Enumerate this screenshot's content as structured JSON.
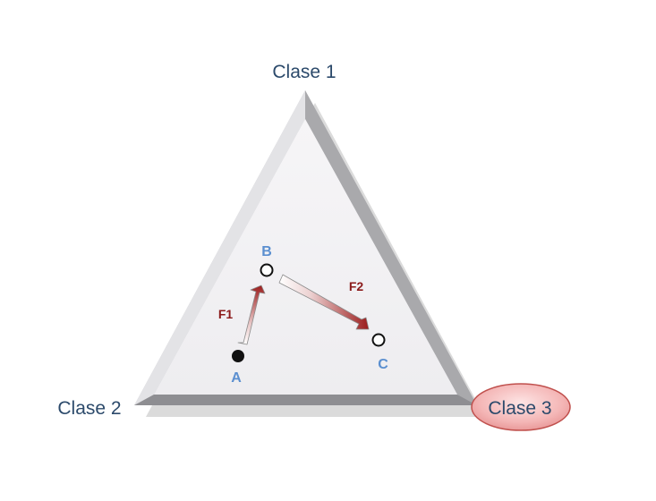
{
  "vertices": {
    "top": "Clase 1",
    "left": "Clase 2",
    "right": "Clase 3"
  },
  "points": {
    "a": "A",
    "b": "B",
    "c": "C"
  },
  "forces": {
    "f1": "F1",
    "f2": "F2"
  },
  "colors": {
    "vertex_label": "#2c4a6b",
    "point_label": "#5b8fd0",
    "force_label": "#8b1a1a",
    "arrow": "#9b1c1c",
    "highlight_fill": "#f4b6b6",
    "highlight_stroke": "#c0504d"
  }
}
